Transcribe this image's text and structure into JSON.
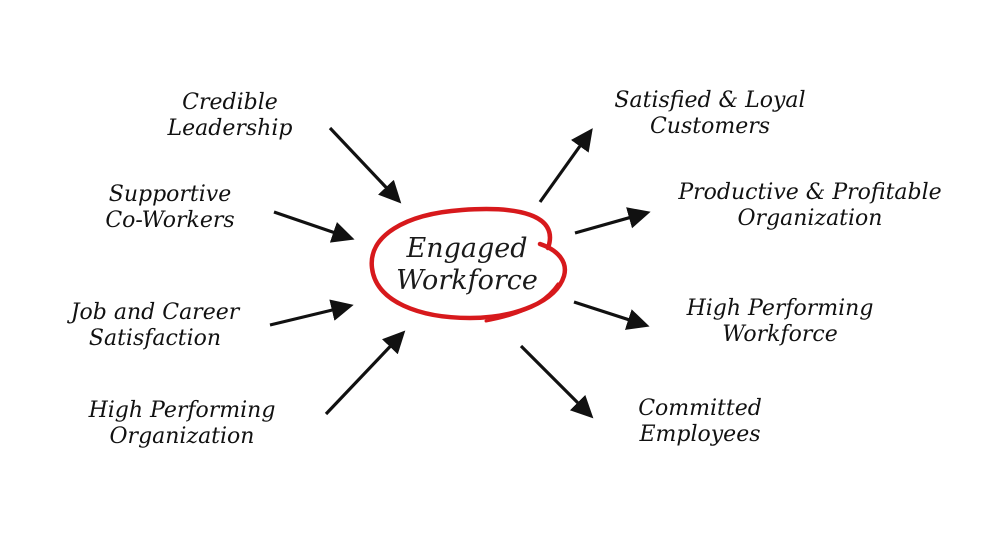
{
  "center": {
    "line1": "Engaged",
    "line2": "Workforce",
    "ring_color": "#d7191c"
  },
  "inputs": [
    {
      "line1": "Credible",
      "line2": "Leadership"
    },
    {
      "line1": "Supportive",
      "line2": "Co-Workers"
    },
    {
      "line1": "Job and Career",
      "line2": "Satisfaction"
    },
    {
      "line1": "High Performing",
      "line2": "Organization"
    }
  ],
  "outputs": [
    {
      "line1": "Satisfied & Loyal",
      "line2": "Customers"
    },
    {
      "line1": "Productive & Profitable",
      "line2": "Organization"
    },
    {
      "line1": "High Performing",
      "line2": "Workforce"
    },
    {
      "line1": "Committed",
      "line2": "Employees"
    }
  ],
  "colors": {
    "arrow": "#111111",
    "text": "#111111",
    "background": "#ffffff"
  }
}
